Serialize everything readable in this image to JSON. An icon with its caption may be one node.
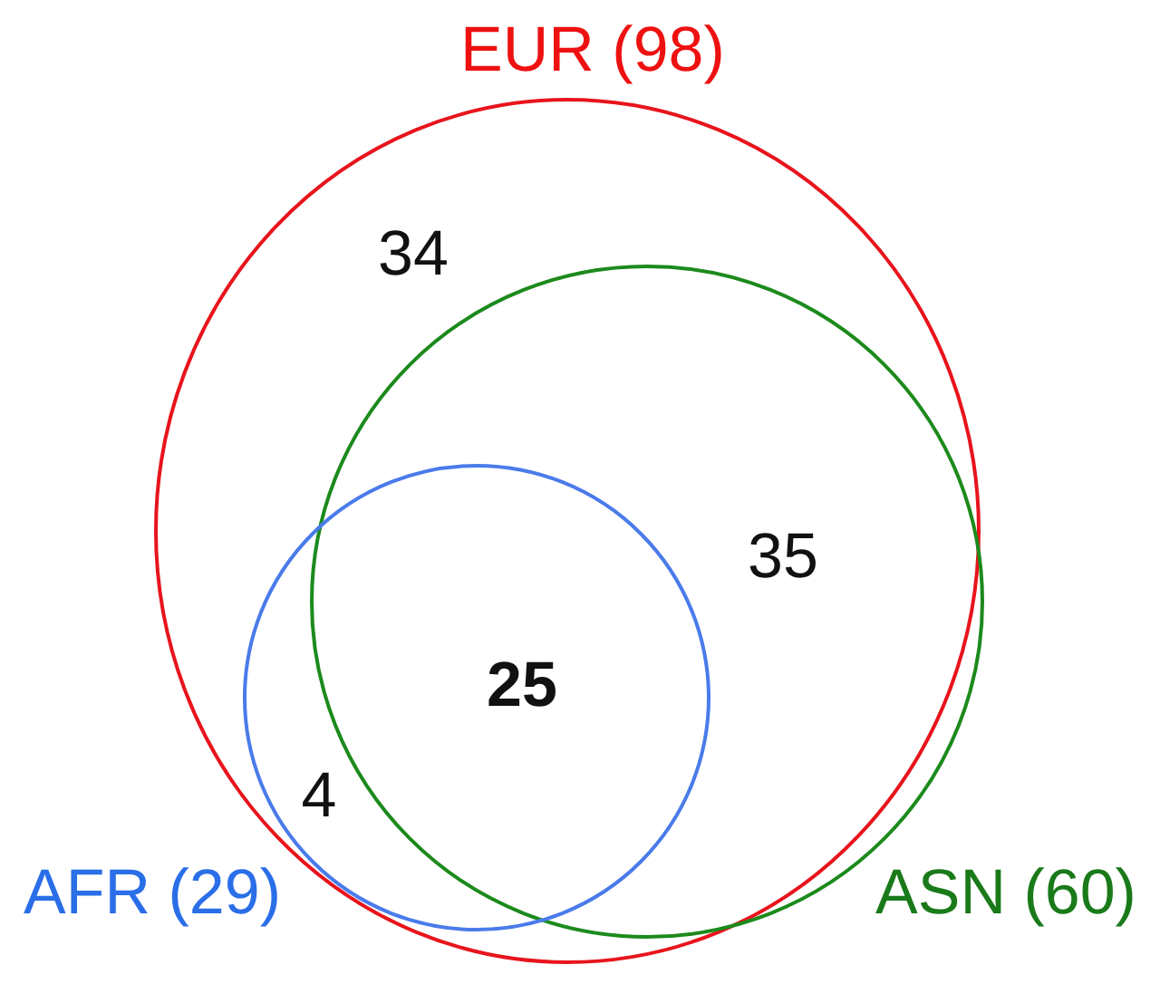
{
  "diagram": {
    "nodes": [
      {
        "text": [
          "EUR (98)"
        ]
      },
      {
        "text": [
          "AFR (29)"
        ],
        "in": 0
      },
      {
        "text": [
          "ASN (60)"
        ],
        "in": 0
      }
    ],
    "labels": [
      "34",
      "35",
      "25",
      "4"
    ]
  }
}
